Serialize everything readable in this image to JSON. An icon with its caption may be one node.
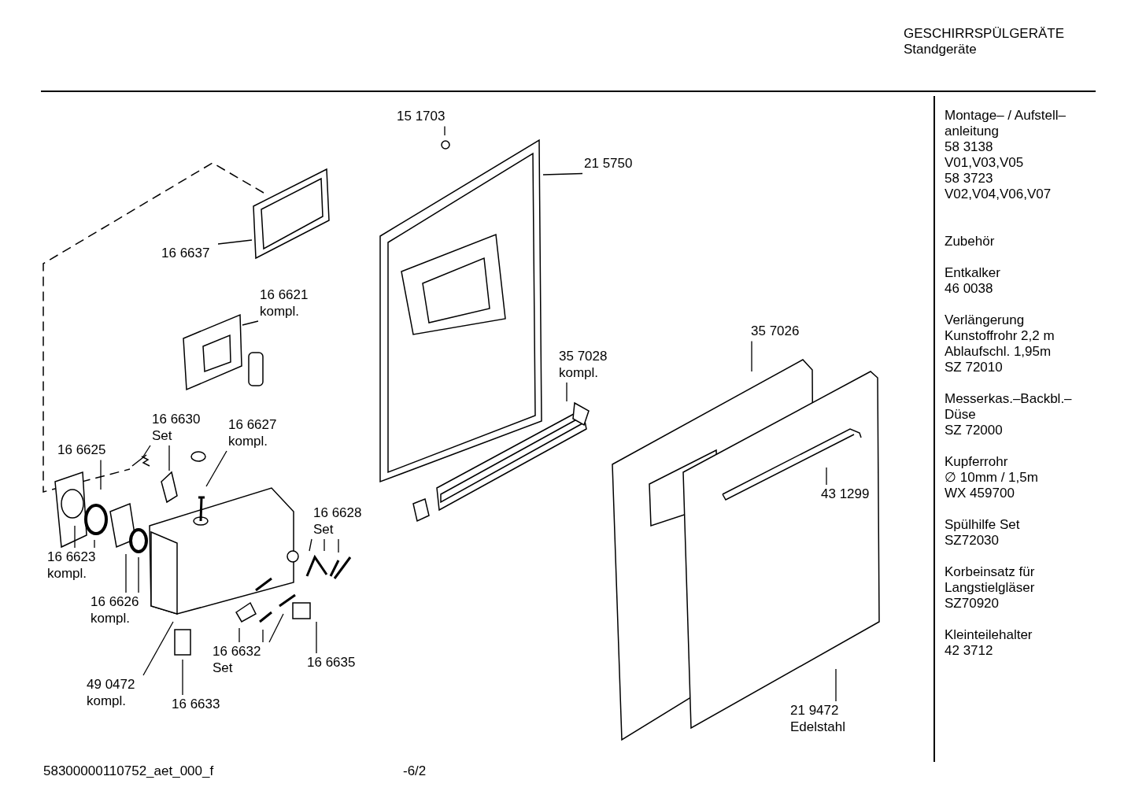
{
  "diagram": {
    "nodes": [
      {
        "text": [
          "15 1703"
        ]
      },
      {
        "text": [
          "21 5750"
        ]
      },
      {
        "text": [
          "16 6637"
        ]
      },
      {
        "text": [
          "16 6621 kompl."
        ]
      },
      {
        "text": [
          "35 7026"
        ]
      },
      {
        "text": [
          "35 7028 kompl."
        ]
      },
      {
        "text": [
          "16 6630 Set"
        ]
      },
      {
        "text": [
          "16 6627 kompl."
        ]
      },
      {
        "text": [
          "16 6625"
        ]
      },
      {
        "text": [
          "43 1299"
        ]
      },
      {
        "text": [
          "16 6628 Set"
        ]
      },
      {
        "text": [
          "16 6623 kompl."
        ]
      },
      {
        "text": [
          "16 6626 kompl."
        ]
      },
      {
        "text": [
          "16 6632 Set"
        ]
      },
      {
        "text": [
          "16 6635"
        ]
      },
      {
        "text": [
          "49 0472 kompl."
        ]
      },
      {
        "text": [
          "16 6633"
        ]
      },
      {
        "text": [
          "21 9472 Edelstahl"
        ]
      }
    ],
    "edges": [
      {
        "from": 0,
        "to": null,
        "arrow": "none"
      },
      {
        "from": 1,
        "to": null,
        "arrow": "none"
      },
      {
        "from": 2,
        "to": null,
        "arrow": "none"
      },
      {
        "from": 3,
        "to": null,
        "arrow": "none"
      },
      {
        "from": 4,
        "to": null,
        "arrow": "none"
      },
      {
        "from": 5,
        "to": null,
        "arrow": "none"
      },
      {
        "from": 6,
        "to": null,
        "arrow": "none"
      },
      {
        "from": 6,
        "to": null,
        "arrow": "none"
      },
      {
        "from": 7,
        "to": null,
        "arrow": "none"
      },
      {
        "from": 8,
        "to": null,
        "arrow": "none"
      },
      {
        "from": 9,
        "to": null,
        "arrow": "none"
      },
      {
        "from": 10,
        "to": null,
        "arrow": "none"
      },
      {
        "from": 10,
        "to": null,
        "arrow": "none"
      },
      {
        "from": 10,
        "to": null,
        "arrow": "none"
      },
      {
        "from": 11,
        "to": null,
        "arrow": "none"
      },
      {
        "from": 11,
        "to": null,
        "arrow": "none"
      },
      {
        "from": 12,
        "to": null,
        "arrow": "none"
      },
      {
        "from": 12,
        "to": null,
        "arrow": "none"
      },
      {
        "from": 13,
        "to": null,
        "arrow": "none"
      },
      {
        "from": 13,
        "to": null,
        "arrow": "none"
      },
      {
        "from": 13,
        "to": null,
        "arrow": "none"
      },
      {
        "from": 14,
        "to": null,
        "arrow": "none"
      },
      {
        "from": 15,
        "to": null,
        "arrow": "none"
      },
      {
        "from": 16,
        "to": null,
        "arrow": "none"
      },
      {
        "from": 17,
        "to": null,
        "arrow": "none"
      }
    ],
    "labels": [
      "GESCHIRRSPÜLGERÄTE",
      "Standgeräte",
      "Montage– / Aufstell– anleitung",
      "58 3138",
      "V01,V03,V05",
      "58 3723",
      "V02,V04,V06,V07",
      "Zubehör",
      "Entkalker",
      "46 0038",
      "Verlängerung",
      "Kunstoffrohr 2,2 m",
      "Ablaufschl. 1,95m",
      "SZ 72010",
      "Messerkas.–Backbl.– Düse",
      "SZ 72000",
      "Kupferrohr",
      "∅ 10mm / 1,5m",
      "WX 459700",
      "Spülhilfe Set",
      "SZ72030",
      "Korbeinsatz für Langstielgläser",
      "SZ70920",
      "Kleinteilehalter",
      "42 3712",
      "58300000110752_aet_000_f",
      "-6/2"
    ]
  }
}
